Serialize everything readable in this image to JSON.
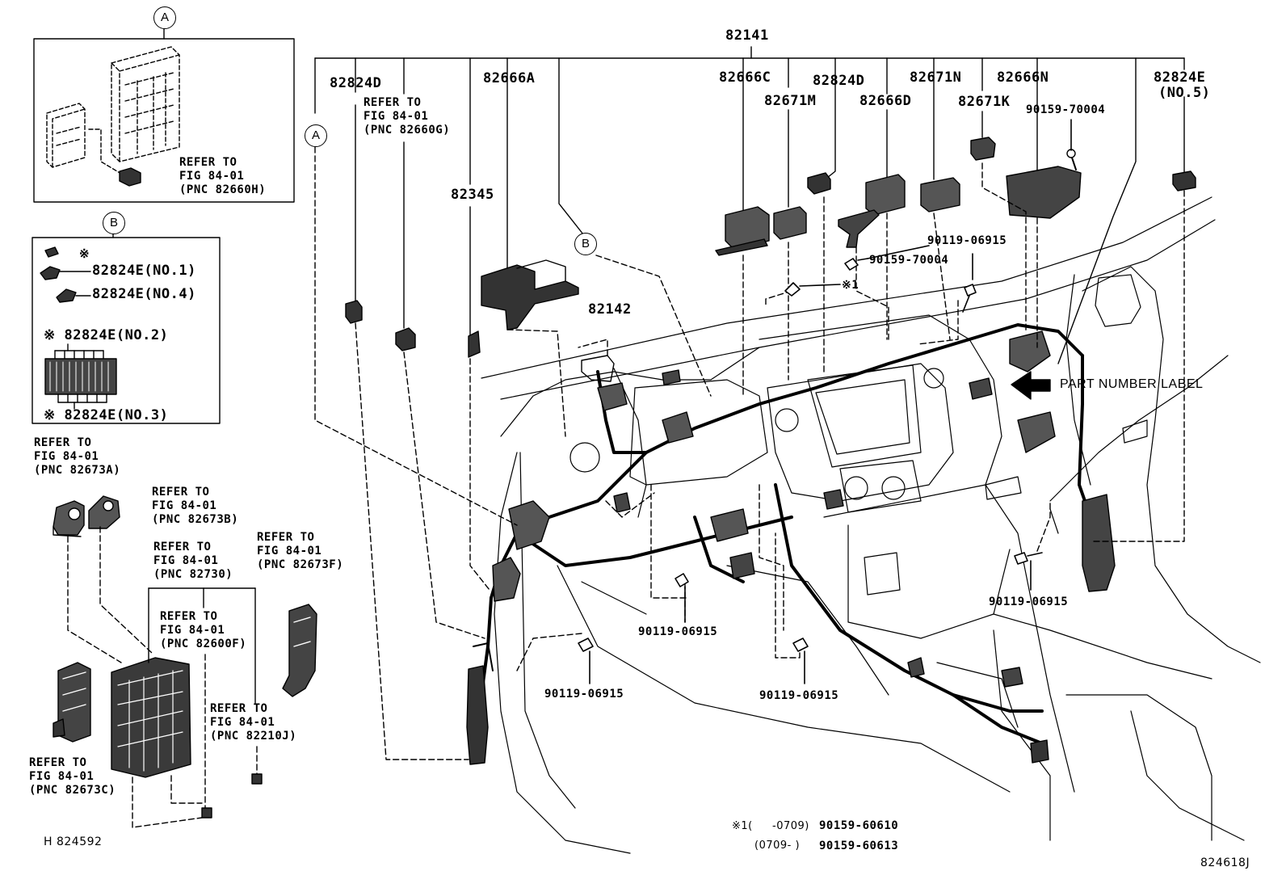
{
  "inset_a": {
    "marker": "A",
    "ref_text": "REFER TO\nFIG 84-01\n(PNC 82660H)"
  },
  "inset_b": {
    "marker": "B",
    "symbol": "※",
    "labels": [
      "82824E(NO.1)",
      "82824E(NO.4)",
      "※ 82824E(NO.2)",
      "※ 82824E(NO.3)"
    ]
  },
  "refs": {
    "r82673A": "REFER TO\nFIG 84-01\n(PNC 82673A)",
    "r82673B": "REFER TO\nFIG 84-01\n(PNC 82673B)",
    "r82730": "REFER TO\nFIG 84-01\n(PNC 82730)",
    "r82673F": "REFER TO\nFIG 84-01\n(PNC 82673F)",
    "r82600F": "REFER TO\nFIG 84-01\n(PNC 82600F)",
    "r82210J": "REFER TO\nFIG 84-01\n(PNC 82210J)",
    "r82673C": "REFER TO\nFIG 84-01\n(PNC 82673C)",
    "r82660G": "REFER TO\nFIG 84-01\n(PNC 82660G)"
  },
  "parts": {
    "p82141": "82141",
    "p82824D_left": "82824D",
    "p82666A": "82666A",
    "p82345": "82345",
    "p82142": "82142",
    "p82666C": "82666C",
    "p82671M": "82671M",
    "p82824D_right": "82824D",
    "p82666D": "82666D",
    "p82671N": "82671N",
    "p82666N": "82666N",
    "p82671K": "82671K",
    "p82824E": "82824E",
    "p82824E_no": "(NO.5)",
    "b90159_70004_top": "90159-70004",
    "b90119_06915_top": "90119-06915",
    "b90159_70004_mid": "90159-70004",
    "b_note1": "※1",
    "b90119_06915_right": "90119-06915",
    "b90119_06915_center": "90119-06915",
    "b90119_06915_bottom_left": "90119-06915",
    "b90119_06915_bottom_mid": "90119-06915"
  },
  "callouts": {
    "marker_a": "A",
    "marker_b": "B",
    "part_number_label": "PART NUMBER LABEL"
  },
  "footnote": {
    "row1_prefix": "※1(",
    "row1_range": "-0709)",
    "row1_part": "90159-60610",
    "row2_range": "(0709-    )",
    "row2_part": "90159-60613"
  },
  "ids": {
    "left": "H 824592",
    "right": "824618J"
  }
}
